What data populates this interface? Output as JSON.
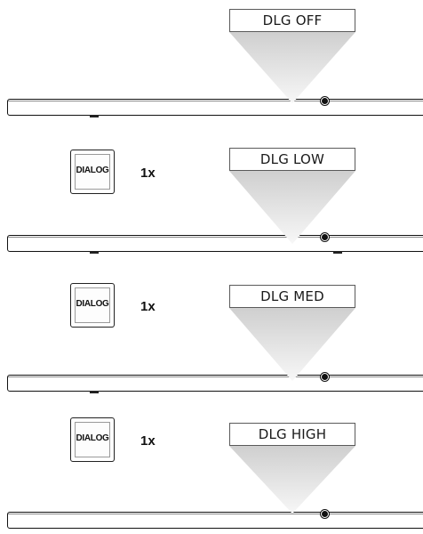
{
  "button": {
    "label": "DIALOG"
  },
  "steps": [
    {
      "mode": "DLG OFF",
      "button_shown": false,
      "press_count": ""
    },
    {
      "mode": "DLG LOW",
      "button_shown": true,
      "press_count": "1x"
    },
    {
      "mode": "DLG MED",
      "button_shown": true,
      "press_count": "1x"
    },
    {
      "mode": "DLG HIGH",
      "button_shown": true,
      "press_count": "1x"
    }
  ],
  "colors": {
    "pointer_top": "#d4d4d4",
    "pointer_bottom": "#f6f6f6",
    "outline": "#111111"
  }
}
